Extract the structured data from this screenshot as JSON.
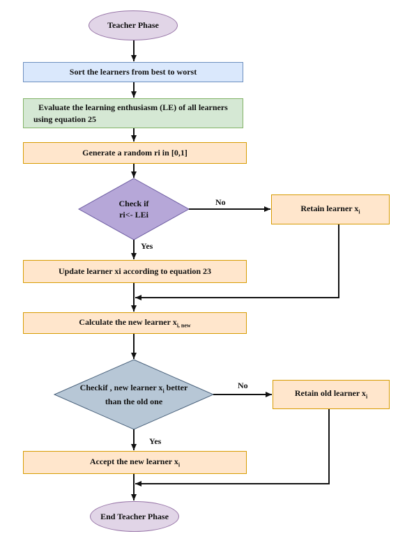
{
  "nodes": {
    "start": "Teacher Phase",
    "sort": "Sort the learners from best to worst",
    "evaluate_line1": "Evaluate the learning enthusiasm (LE) of all learners",
    "evaluate_line2": "using equation 25",
    "generate": "Generate a random ri in [0,1]",
    "check1_line1": "Check if",
    "check1_line2": "ri<- LEi",
    "retain1_text": "Retain learner x",
    "retain1_sub": "i",
    "update": "Update learner xi according to equation 23",
    "calc_text": "Calculate the new learner x",
    "calc_sub": "i, new",
    "check2_line1_text": "Checkif , new learner x",
    "check2_line1_sub": "i",
    "check2_line1_after": " better",
    "check2_line2": "than the old one",
    "retain2_text": "Retain old learner x",
    "retain2_sub": "i",
    "accept_text": "Accept the new learner x",
    "accept_sub": "i",
    "end": "End Teacher Phase"
  },
  "labels": {
    "no1": "No",
    "yes1": "Yes",
    "no2": "No",
    "yes2": "Yes"
  },
  "colors": {
    "ellipse_fill": "#e1d5e7",
    "sort_fill": "#dae8fc",
    "evaluate_fill": "#d5e8d4",
    "process_fill": "#ffe6cc",
    "diamond1_fill": "#b6a7d8",
    "diamond2_fill": "#b7c7d6"
  }
}
